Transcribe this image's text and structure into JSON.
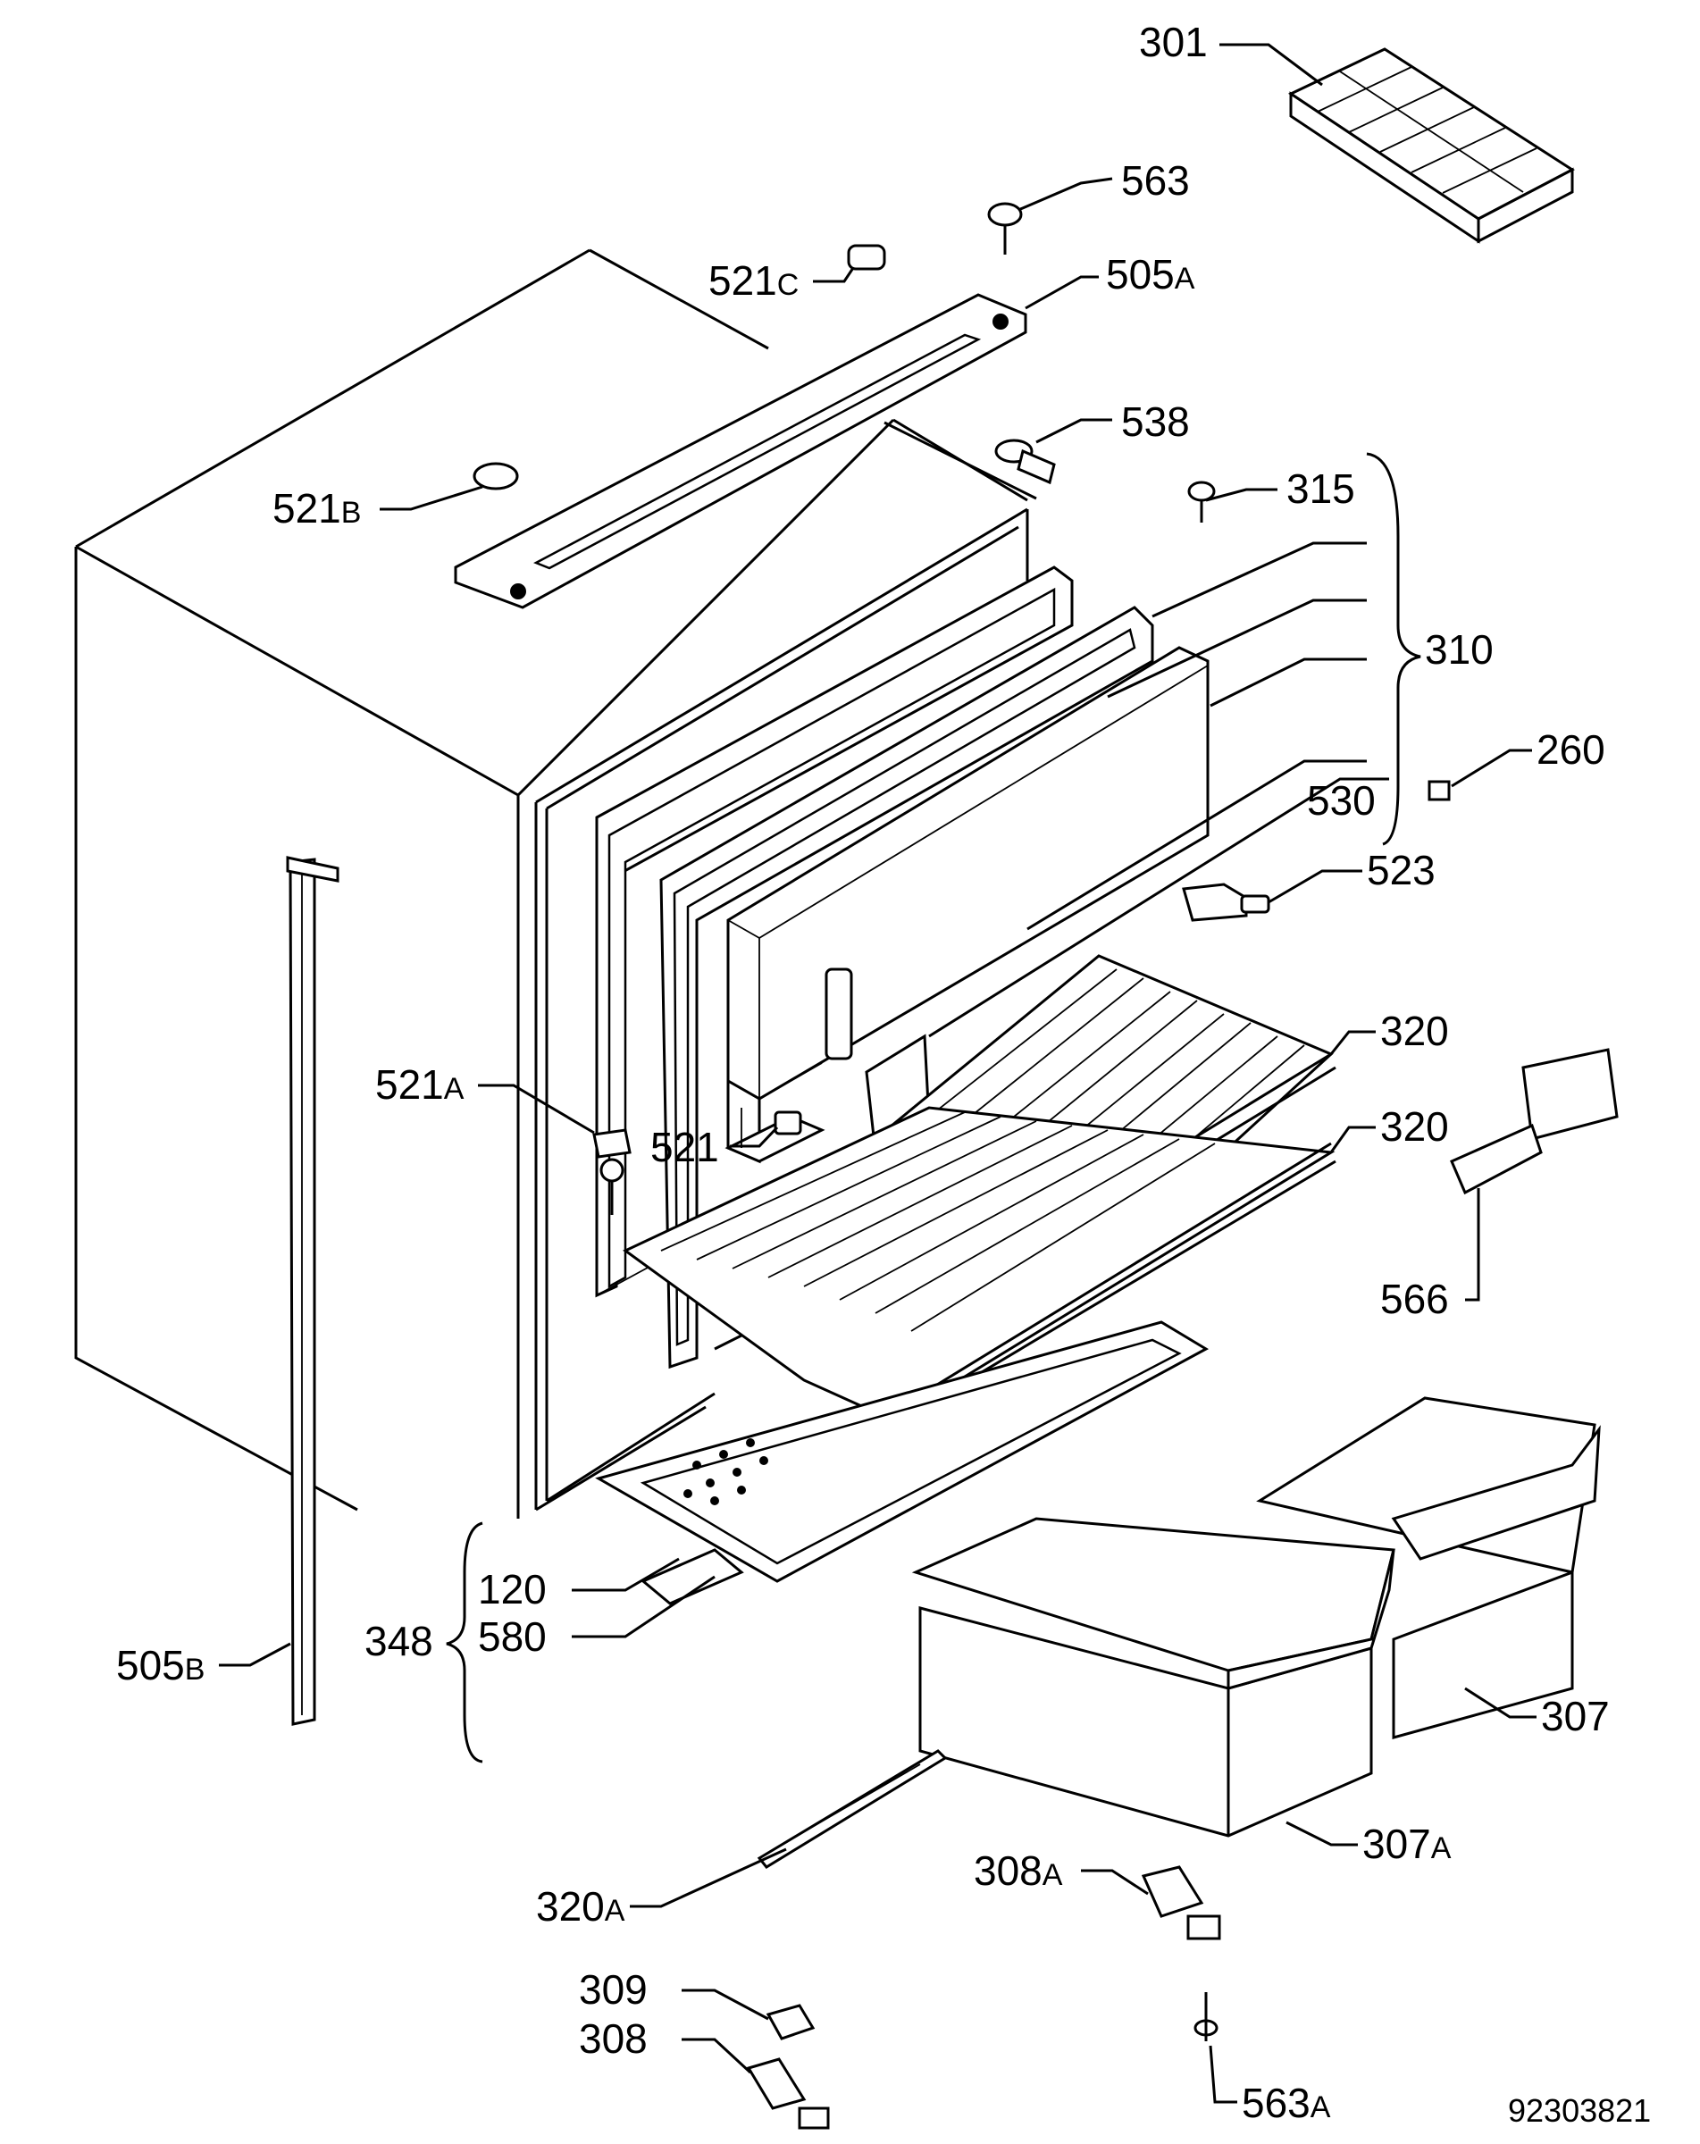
{
  "diagram": {
    "reference_number": "92303821",
    "labels": {
      "p301": {
        "num": "301",
        "suffix": ""
      },
      "p563": {
        "num": "563",
        "suffix": ""
      },
      "p521c": {
        "num": "521",
        "suffix": "C"
      },
      "p505a": {
        "num": "505",
        "suffix": "A"
      },
      "p538": {
        "num": "538",
        "suffix": ""
      },
      "p521b": {
        "num": "521",
        "suffix": "B"
      },
      "p315": {
        "num": "315",
        "suffix": ""
      },
      "p310": {
        "num": "310",
        "suffix": ""
      },
      "p260": {
        "num": "260",
        "suffix": ""
      },
      "p530": {
        "num": "530",
        "suffix": ""
      },
      "p523": {
        "num": "523",
        "suffix": ""
      },
      "p320_upper": {
        "num": "320",
        "suffix": ""
      },
      "p320_lower": {
        "num": "320",
        "suffix": ""
      },
      "p521a": {
        "num": "521",
        "suffix": "A"
      },
      "p521": {
        "num": "521",
        "suffix": ""
      },
      "p566": {
        "num": "566",
        "suffix": ""
      },
      "p120": {
        "num": "120",
        "suffix": ""
      },
      "p348": {
        "num": "348",
        "suffix": ""
      },
      "p580": {
        "num": "580",
        "suffix": ""
      },
      "p505b": {
        "num": "505",
        "suffix": "B"
      },
      "p307": {
        "num": "307",
        "suffix": ""
      },
      "p307a": {
        "num": "307",
        "suffix": "A"
      },
      "p308a": {
        "num": "308",
        "suffix": "A"
      },
      "p320a": {
        "num": "320",
        "suffix": "A"
      },
      "p309": {
        "num": "309",
        "suffix": ""
      },
      "p308": {
        "num": "308",
        "suffix": ""
      },
      "p563a": {
        "num": "563",
        "suffix": "A"
      }
    }
  }
}
